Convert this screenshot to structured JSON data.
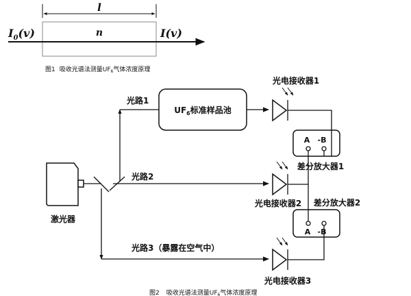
{
  "figure1": {
    "length_symbol": "l",
    "input_symbol": "I",
    "input_subscript": "0",
    "input_arg": "(v)",
    "output_symbol": "I(v)",
    "medium_symbol": "n",
    "caption_prefix": "图1",
    "caption_text": "吸收光谱法测量UF",
    "caption_sub": "6",
    "caption_tail": "气体浓度原理"
  },
  "figure2": {
    "laser_label": "激光器",
    "path1_label": "光路1",
    "path2_label": "光路2",
    "path3_label": "光路3（暴露在空气中）",
    "cell_label_prefix": "UF",
    "cell_label_sub": "6",
    "cell_label_tail": "标准样品池",
    "receiver1_label": "光电接收器1",
    "receiver2_label": "光电接收器2",
    "receiver3_label": "光电接收器3",
    "amp1_label": "差分放大器1",
    "amp2_label": "差分放大器2",
    "amp_input_a": "A",
    "amp_input_b": "-B",
    "caption_prefix": "图2",
    "caption_text": "吸收光谱法测量UF",
    "caption_sub": "6",
    "caption_tail": "气体浓度原理"
  }
}
